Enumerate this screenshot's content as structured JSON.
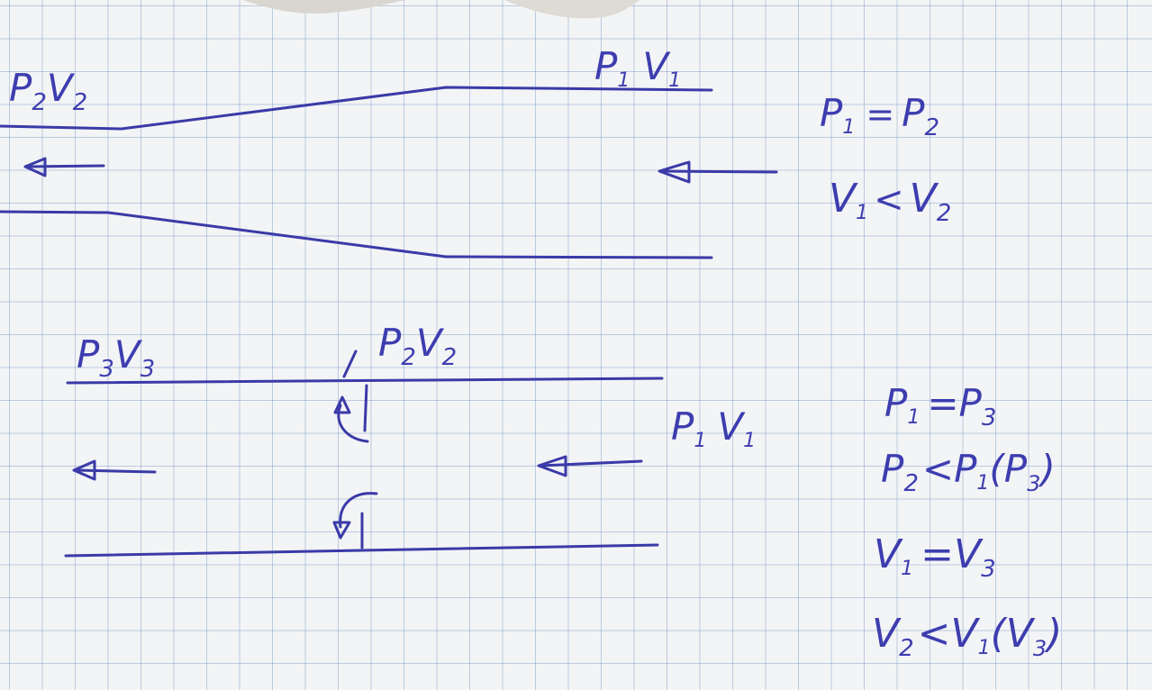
{
  "colors": {
    "ink": "#3a3aa8",
    "paper": "#f3f4f5",
    "grid": "#7896c8"
  },
  "upper_pipe": {
    "label_left": {
      "main": "P",
      "sub": "2",
      "main2": "V",
      "sub2": "2"
    },
    "label_right": {
      "main": "P",
      "sub": "1",
      "main2": "V",
      "sub2": "1"
    },
    "relation_1": {
      "a": "P",
      "a_sub": "1",
      "op": "=",
      "b": "P",
      "b_sub": "2"
    },
    "relation_2": {
      "a": "V",
      "a_sub": "1",
      "op": "<",
      "b": "V",
      "b_sub": "2"
    }
  },
  "lower_pipe": {
    "label_left": {
      "main": "P",
      "sub": "3",
      "main2": "V",
      "sub2": "3"
    },
    "label_mid": {
      "main": "P",
      "sub": "2",
      "main2": "V",
      "sub2": "2"
    },
    "label_right": {
      "main": "P",
      "sub": "1",
      "main2": "V",
      "sub2": "1"
    },
    "relations": [
      {
        "text": "P",
        "sub": "1",
        "rest": "=P",
        "rest_sub": "3",
        "tail": ""
      },
      {
        "text": "P",
        "sub": "2",
        "rest": "<P",
        "rest_sub": "1",
        "tail": "(P",
        "tail_sub": "3",
        "close": ")"
      },
      {
        "text": "V",
        "sub": "1",
        "rest": "=V",
        "rest_sub": "3",
        "tail": ""
      },
      {
        "text": "V",
        "sub": "2",
        "rest": "<V",
        "rest_sub": "1",
        "tail": "(V",
        "tail_sub": "3",
        "close": ")"
      }
    ]
  }
}
